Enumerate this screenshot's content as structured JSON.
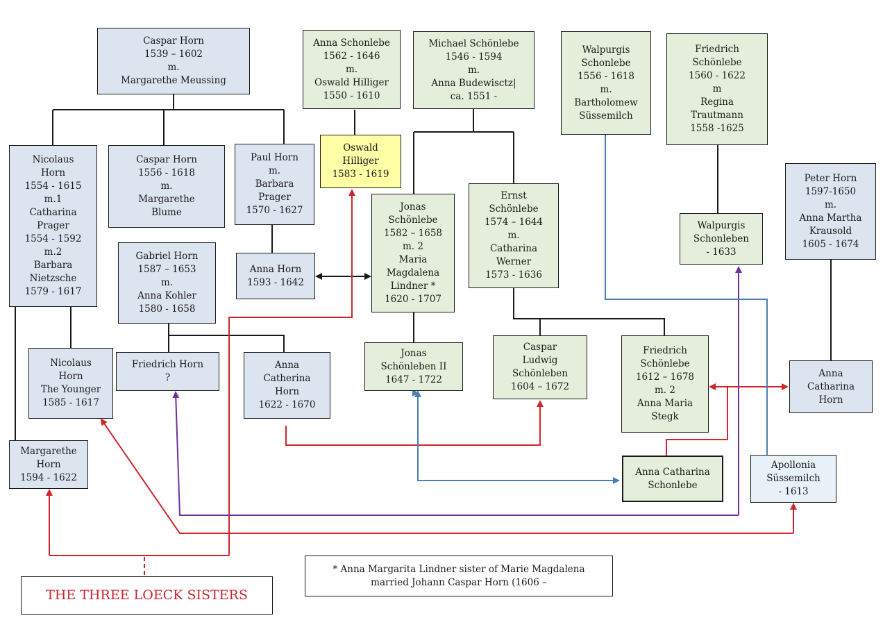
{
  "persons": [
    {
      "id": "caspar-horn-1539",
      "lines": [
        "Caspar Horn",
        "1539 – 1602",
        "m.",
        "Margarethe Meussing"
      ]
    },
    {
      "id": "anna-schonlebe-1562",
      "lines": [
        "Anna Schonlebe",
        "1562 - 1646",
        "m.",
        "Oswald Hilliger",
        "1550 - 1610"
      ]
    },
    {
      "id": "michael-schonlebe",
      "lines": [
        "Michael Schönlebe",
        "1546 - 1594",
        "m.",
        "Anna Budewisctz|",
        "ca. 1551 -"
      ]
    },
    {
      "id": "walpurgis-schonlebe-1556",
      "lines": [
        "Walpurgis",
        "Schonlebe",
        "1556 - 1618",
        "m.",
        "Bartholomew",
        "Süssemilch"
      ]
    },
    {
      "id": "friedrich-schonlebe-1560",
      "lines": [
        "Friedrich",
        "Schönlebe",
        "1560 - 1622",
        "m",
        "Regina",
        "Trautmann",
        "1558 -1625"
      ]
    },
    {
      "id": "nicolaus-horn-1554",
      "lines": [
        "Nicolaus",
        "Horn",
        "1554 - 1615",
        "m.1",
        "Catharina",
        "Prager",
        "1554 - 1592",
        "m.2",
        "Barbara",
        "Nietzsche",
        "1579 - 1617"
      ]
    },
    {
      "id": "caspar-horn-1556",
      "lines": [
        "Caspar Horn",
        "1556 - 1618",
        "m.",
        "Margarethe",
        "Blume"
      ]
    },
    {
      "id": "paul-horn",
      "lines": [
        "Paul Horn",
        "m.",
        "Barbara",
        "Prager",
        "1570 - 1627"
      ]
    },
    {
      "id": "oswald-hilliger",
      "lines": [
        "Oswald",
        "Hilliger",
        "1583 - 1619"
      ]
    },
    {
      "id": "jonas-schonlebe",
      "lines": [
        "Jonas",
        "Schönlebe",
        "1582 – 1658",
        "m. 2",
        "Maria",
        "Magdalena",
        "Lindner *",
        "1620 - 1707"
      ]
    },
    {
      "id": "ernst-schonlebe",
      "lines": [
        "Ernst",
        "Schönlebe",
        "1574 – 1644",
        "m.",
        "Catharina",
        "Werner",
        "1573 - 1636"
      ]
    },
    {
      "id": "peter-horn",
      "lines": [
        "Peter Horn",
        "1597-1650",
        "m.",
        "Anna Martha",
        "Krausold",
        "1605 - 1674"
      ]
    },
    {
      "id": "walpurgis-schonleben",
      "lines": [
        "Walpurgis",
        "Schonleben",
        "- 1633"
      ]
    },
    {
      "id": "gabriel-horn",
      "lines": [
        "Gabriel Horn",
        "1587 – 1653",
        "m.",
        "Anna Kohler",
        "1580 - 1658"
      ]
    },
    {
      "id": "anna-horn-1593",
      "lines": [
        "Anna Horn",
        "1593 - 1642"
      ]
    },
    {
      "id": "nicolaus-horn-younger",
      "lines": [
        "Nicolaus",
        "Horn",
        "The Younger",
        "1585 - 1617"
      ]
    },
    {
      "id": "friedrich-horn",
      "lines": [
        "Friedrich Horn",
        "?"
      ]
    },
    {
      "id": "anna-catherina-horn",
      "lines": [
        "Anna",
        "Catherina",
        "Horn",
        "1622 - 1670"
      ]
    },
    {
      "id": "jonas-schonleben-ii",
      "lines": [
        "Jonas",
        "Schönleben II",
        "1647 - 1722"
      ]
    },
    {
      "id": "caspar-ludwig",
      "lines": [
        "Caspar",
        "Ludwig",
        "Schönleben",
        "1604 – 1672"
      ]
    },
    {
      "id": "friedrich-schonlebe-1612",
      "lines": [
        "Friedrich",
        "Schönlebe",
        "1612 – 1678",
        "m. 2",
        "Anna Maria",
        "Stegk"
      ]
    },
    {
      "id": "anna-catharina-horn",
      "lines": [
        "Anna",
        "Catharina",
        "Horn"
      ]
    },
    {
      "id": "margarethe-horn",
      "lines": [
        "Margarethe",
        "Horn",
        "1594 - 1622"
      ]
    },
    {
      "id": "anna-catharina-schonlebe",
      "lines": [
        "Anna Catharina",
        "Schonlebe"
      ]
    },
    {
      "id": "apollonia-sussemilch",
      "lines": [
        "Apollonia",
        "Süssemilch",
        "- 1613"
      ]
    }
  ],
  "title": "THE THREE LOECK SISTERS",
  "note": [
    "* Anna Margarita Lindner sister of Marie Magdalena",
    "married Johann Caspar Horn (1606 –"
  ],
  "colors": {
    "red": "#d0252b",
    "purple": "#7030a0",
    "blue": "#4a7ebb",
    "black": "#1a1a1a"
  }
}
